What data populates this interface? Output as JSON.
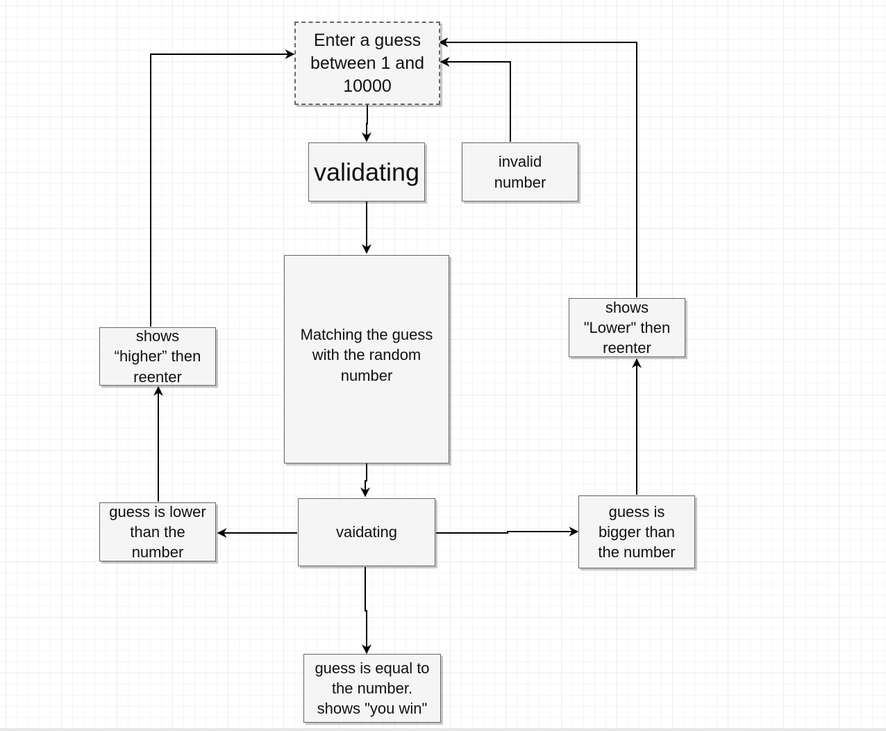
{
  "diagram": {
    "nodes": {
      "enter_guess": "Enter a guess\nbetween 1 and\n10000",
      "validating_primary": "validating",
      "invalid_number": "invalid\nnumber",
      "matching": "Matching the guess\nwith the random\nnumber",
      "shows_higher": "shows\n“higher” then\nreenter",
      "shows_lower": "shows\n\"Lower\" then\nreenter",
      "validating_secondary": "vaidating",
      "guess_lower": "guess is lower\nthan the\nnumber",
      "guess_bigger": "guess is\nbigger than\nthe number",
      "guess_equal": "guess is equal to\nthe number.\nshows \"you win\""
    },
    "colors": {
      "node_fill": "#f5f5f5",
      "node_border": "#666666",
      "connector": "#000000",
      "grid": "#ececec"
    }
  }
}
